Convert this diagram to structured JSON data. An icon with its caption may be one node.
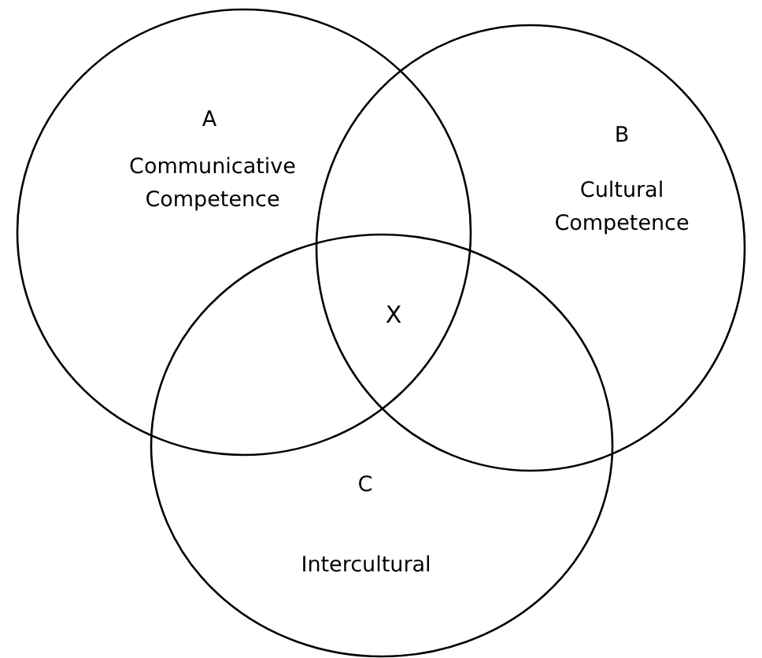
{
  "diagram": {
    "nodes": [
      {
        "text": [
          "A",
          "Communicative Competence"
        ]
      },
      {
        "text": [
          "B",
          "Cultural Competence"
        ]
      },
      {
        "text": [
          "C",
          "Intercultural"
        ]
      }
    ],
    "edges": [],
    "labels": [
      "X"
    ]
  }
}
